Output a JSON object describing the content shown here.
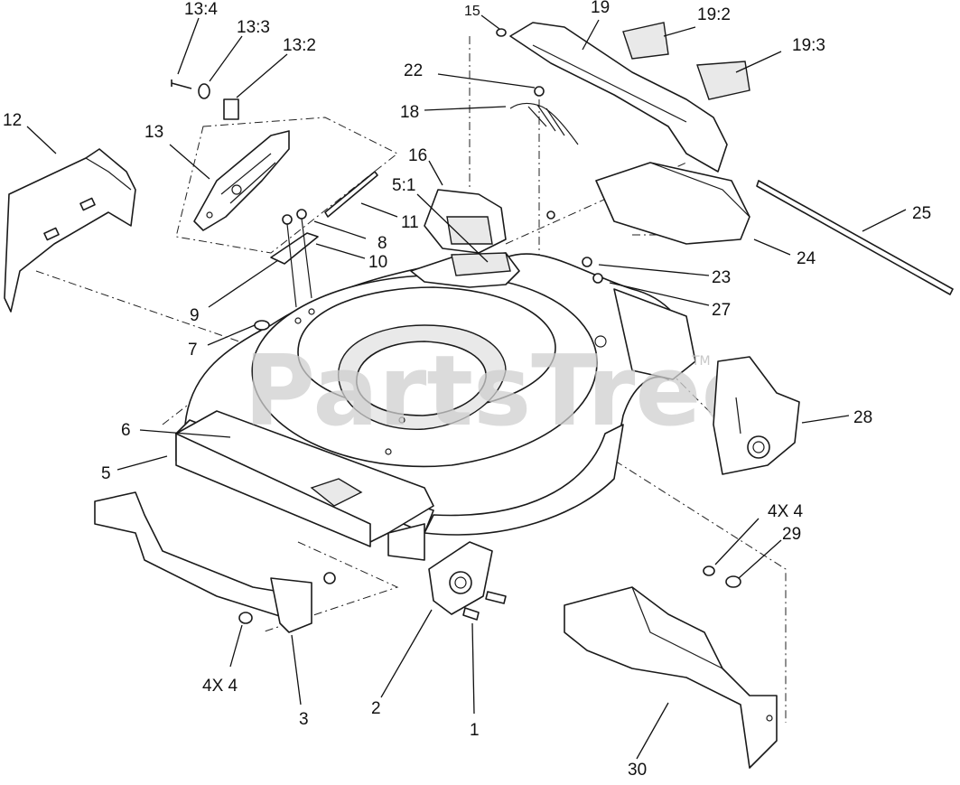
{
  "watermark": {
    "text": "PartsTree",
    "trademark": "TM"
  },
  "callouts": [
    {
      "id": "c13_4",
      "text": "13:4"
    },
    {
      "id": "c13_3",
      "text": "13:3"
    },
    {
      "id": "c13_2",
      "text": "13:2"
    },
    {
      "id": "c12",
      "text": "12"
    },
    {
      "id": "c13",
      "text": "13"
    },
    {
      "id": "c15",
      "text": "15"
    },
    {
      "id": "c19",
      "text": "19"
    },
    {
      "id": "c19_2",
      "text": "19:2"
    },
    {
      "id": "c19_3",
      "text": "19:3"
    },
    {
      "id": "c22",
      "text": "22"
    },
    {
      "id": "c18",
      "text": "18"
    },
    {
      "id": "c16",
      "text": "16"
    },
    {
      "id": "c5_1",
      "text": "5:1"
    },
    {
      "id": "c25",
      "text": "25"
    },
    {
      "id": "c24",
      "text": "24"
    },
    {
      "id": "c11",
      "text": "11"
    },
    {
      "id": "c8",
      "text": "8"
    },
    {
      "id": "c10",
      "text": "10"
    },
    {
      "id": "c23",
      "text": "23"
    },
    {
      "id": "c27",
      "text": "27"
    },
    {
      "id": "c9",
      "text": "9"
    },
    {
      "id": "c7",
      "text": "7"
    },
    {
      "id": "c28",
      "text": "28"
    },
    {
      "id": "c6",
      "text": "6"
    },
    {
      "id": "c5",
      "text": "5"
    },
    {
      "id": "c4x4_right",
      "text": "4X 4"
    },
    {
      "id": "c29",
      "text": "29"
    },
    {
      "id": "c4x4_left",
      "text": "4X 4"
    },
    {
      "id": "c3",
      "text": "3"
    },
    {
      "id": "c2",
      "text": "2"
    },
    {
      "id": "c1",
      "text": "1"
    },
    {
      "id": "c30",
      "text": "30"
    }
  ]
}
